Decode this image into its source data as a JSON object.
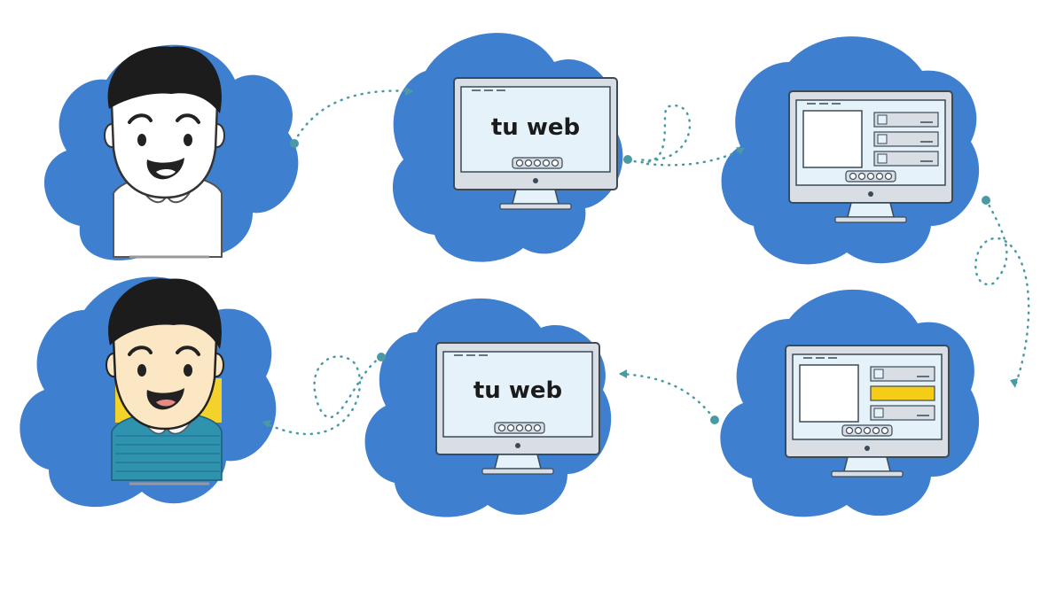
{
  "diagram": {
    "screen_text": "tu web",
    "colors": {
      "blob": "#3f7fcf",
      "connector": "#4a9aa6",
      "monitor_bezel": "#d8dee3",
      "monitor_screen": "#e6f2fa",
      "monitor_outline": "#3b4a57",
      "highlight": "#f5cd16",
      "face_skin": "#fbe7c4",
      "hair": "#1c1c1c",
      "shirt": "#2f93b0",
      "collar_bg": "#f3d22b"
    },
    "steps": [
      {
        "id": "user-sketch",
        "kind": "person",
        "variant": "sketch"
      },
      {
        "id": "website-initial",
        "kind": "monitor",
        "variant": "text"
      },
      {
        "id": "website-layout",
        "kind": "monitor",
        "variant": "layout"
      },
      {
        "id": "website-layout-highlight",
        "kind": "monitor",
        "variant": "layout-highlight"
      },
      {
        "id": "website-final",
        "kind": "monitor",
        "variant": "text"
      },
      {
        "id": "user-happy",
        "kind": "person",
        "variant": "color"
      }
    ]
  }
}
